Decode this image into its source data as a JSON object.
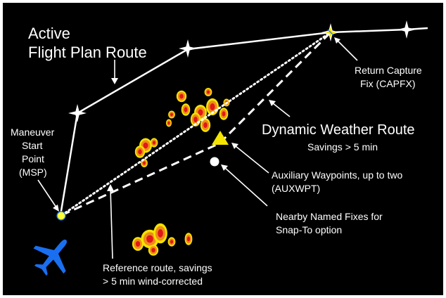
{
  "labels": {
    "active_route_line1": "Active",
    "active_route_line2": "Flight Plan Route",
    "return_capture_line1": "Return Capture",
    "return_capture_line2": "Fix (CAPFX)",
    "dynamic_route_title": "Dynamic Weather Route",
    "dynamic_route_savings": "Savings > 5 min",
    "msp_line1": "Maneuver",
    "msp_line2": "Start",
    "msp_line3": "Point",
    "msp_line4": "(MSP)",
    "aux_line1": "Auxiliary Waypoints, up to two",
    "aux_line2": "(AUXWPT)",
    "fixes_line1": "Nearby Named Fixes for",
    "fixes_line2": "Snap-To option",
    "reference_line1": "Reference route, savings",
    "reference_line2": "> 5 min wind-corrected"
  },
  "colors": {
    "background": "#000000",
    "route_line": "#ffffff",
    "aircraft": "#1a6ff0",
    "msp_marker": "#ffff33",
    "aux_waypoint": "#f5e400",
    "capture_star": "#f5e400",
    "weather_outer": "#f4e200",
    "weather_mid": "#f08a1c",
    "weather_inner": "#e01818"
  },
  "icons": {
    "aircraft": "airplane-icon",
    "waypoint": "star-icon",
    "aux_waypoint": "triangle-icon",
    "named_fix": "circle-icon"
  }
}
